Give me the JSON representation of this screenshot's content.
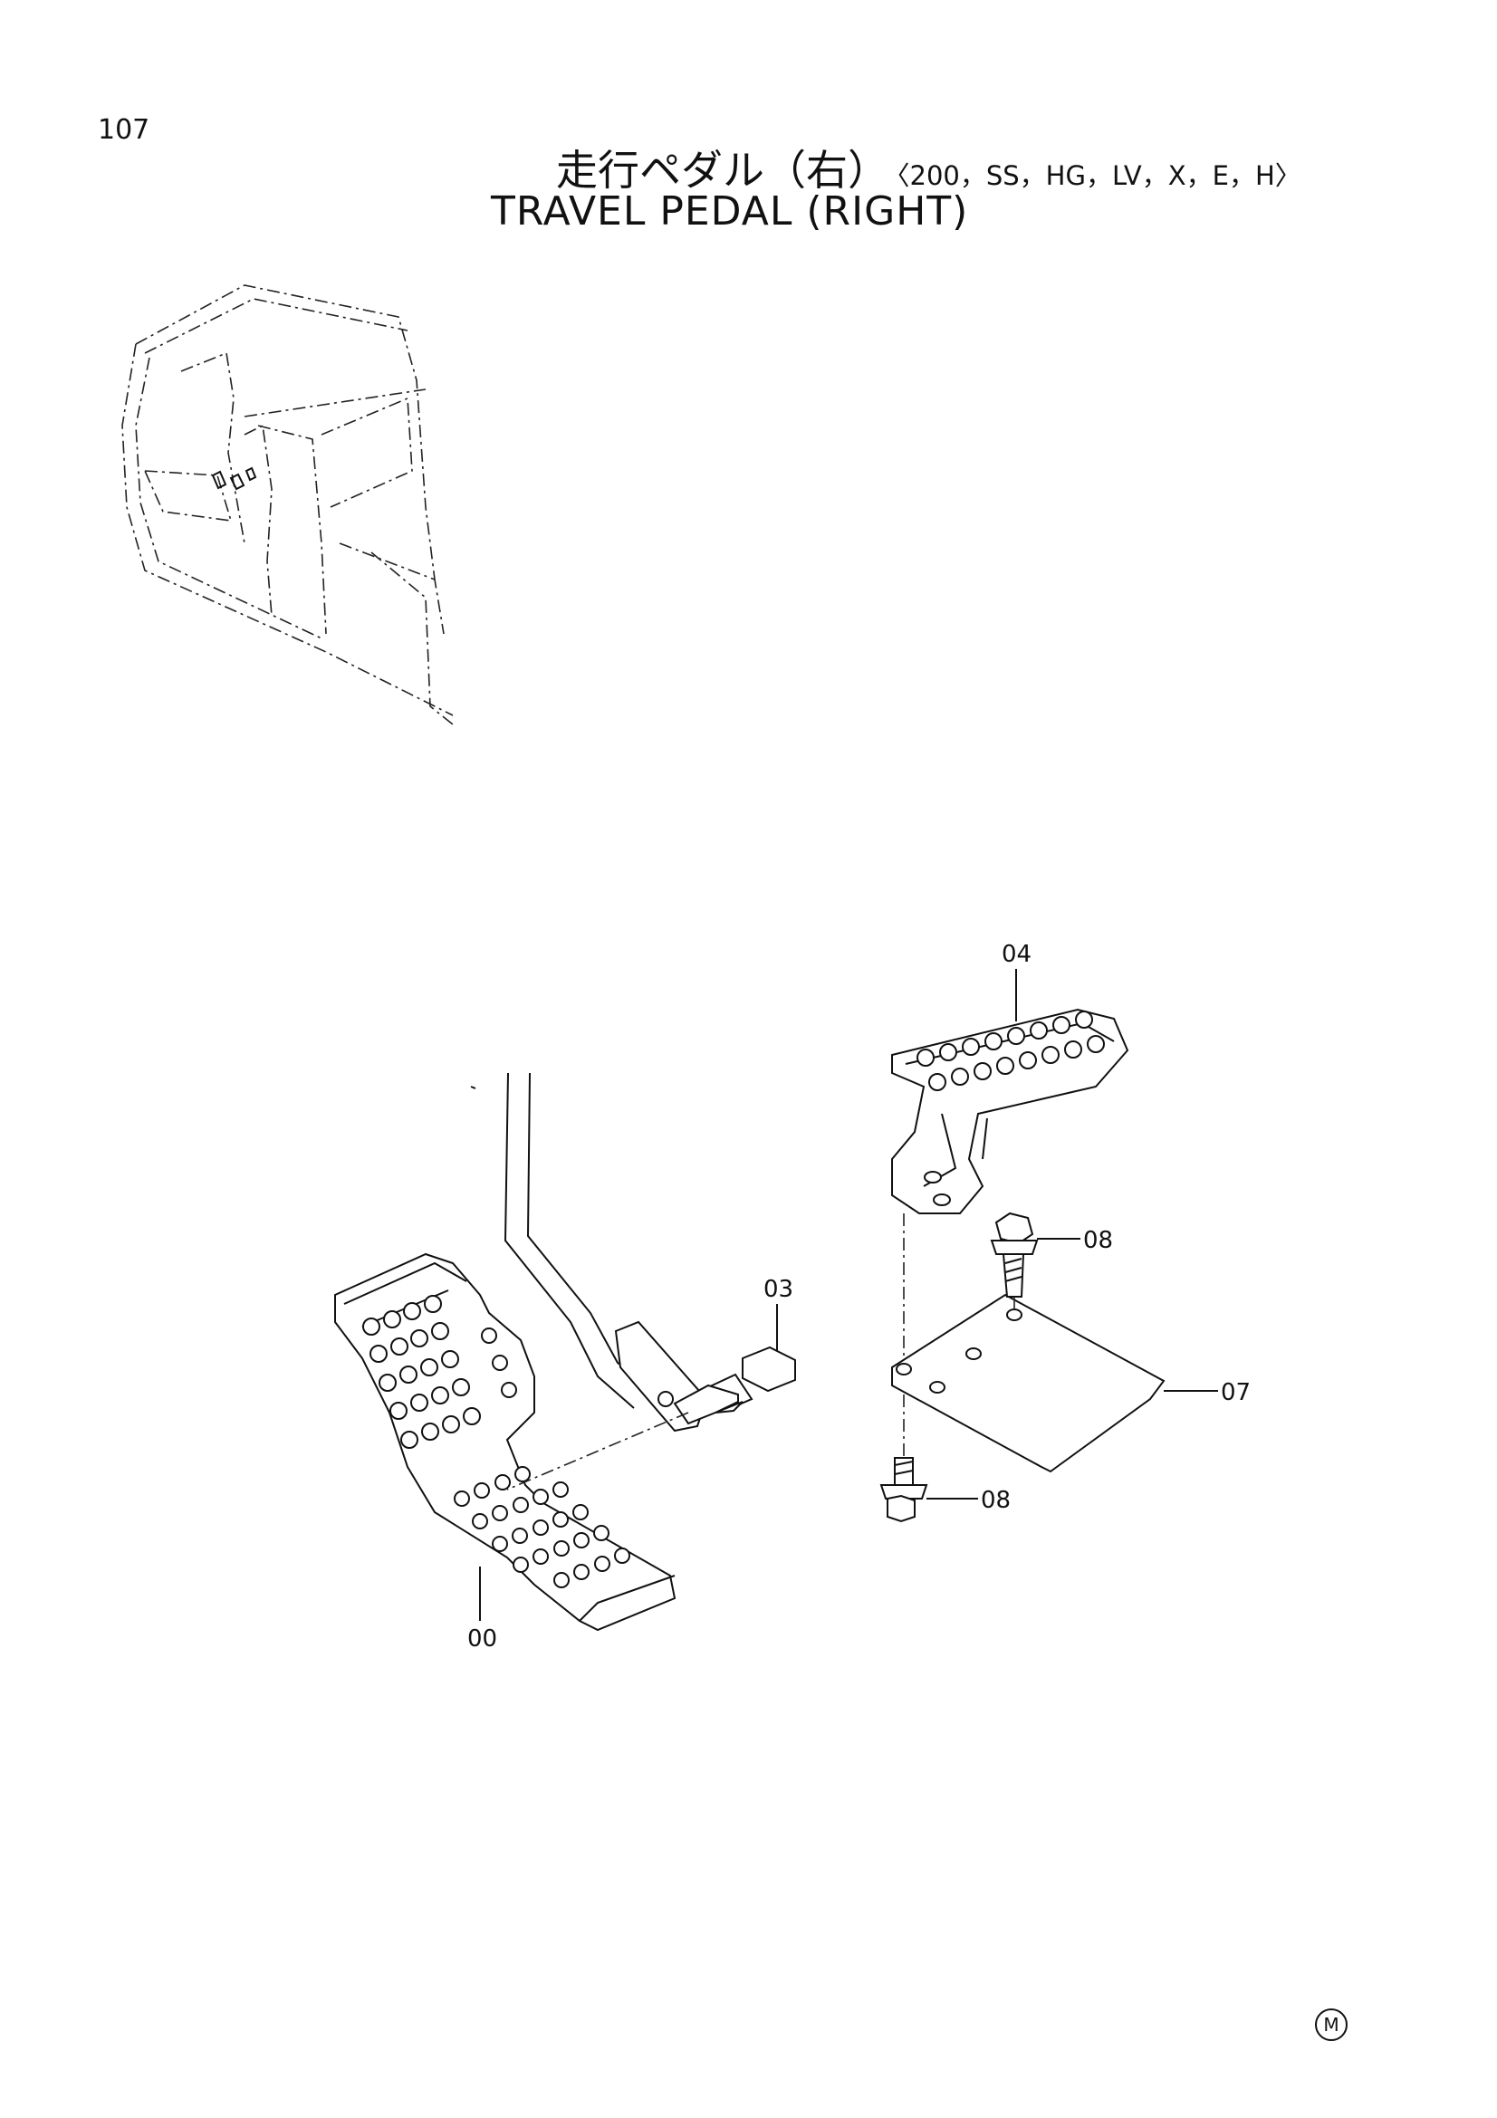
{
  "page_number": "107",
  "title_jp": "走行ペダル（右）",
  "title_models": "〈200，SS，HG，LV，X，E，H〉",
  "title_en": "TRAVEL PEDAL (RIGHT)",
  "parts": [
    {
      "id": "part-00",
      "label": "00"
    },
    {
      "id": "part-03",
      "label": "03"
    },
    {
      "id": "part-04",
      "label": "04"
    },
    {
      "id": "part-07",
      "label": "07"
    },
    {
      "id": "part-08-upper",
      "label": "08"
    },
    {
      "id": "part-08-lower",
      "label": "08"
    }
  ],
  "mark": "M"
}
